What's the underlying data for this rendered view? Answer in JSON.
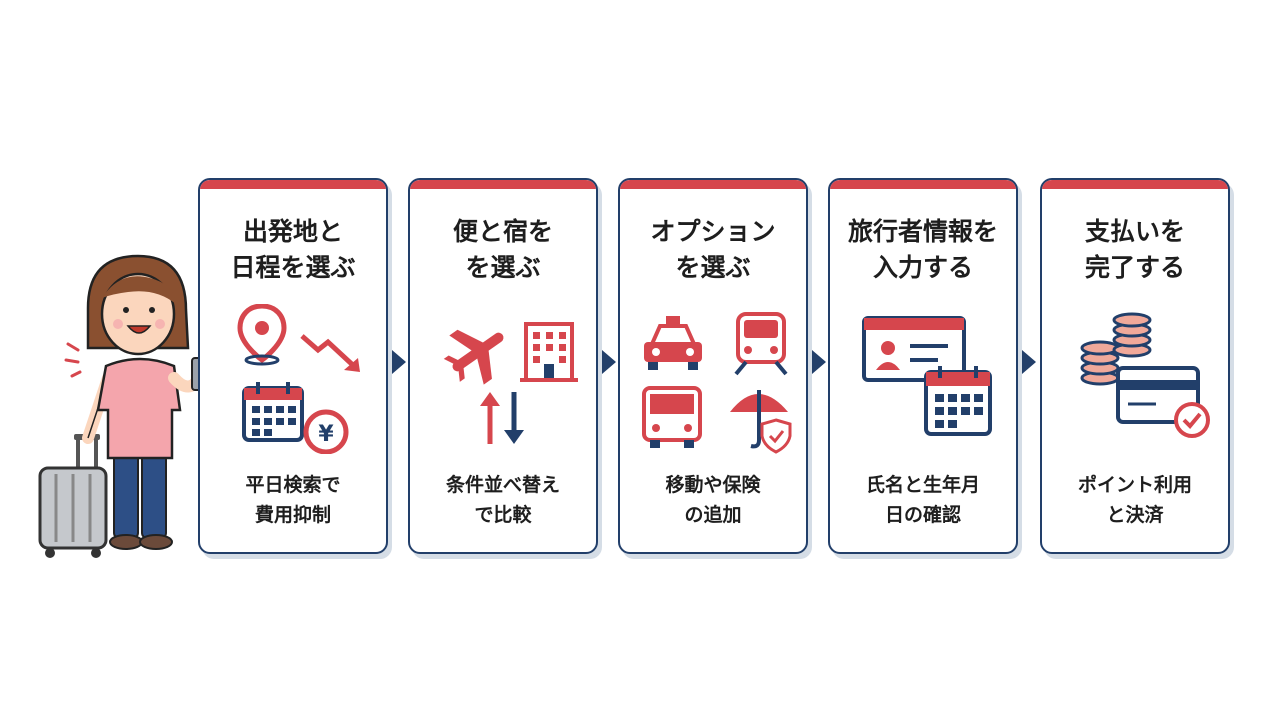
{
  "steps": [
    {
      "title": "出発地と\n日程を選ぶ",
      "caption": "平日検索で\n費用抑制"
    },
    {
      "title": "便と宿を\nを選ぶ",
      "caption": "条件並べ替え\nで比較"
    },
    {
      "title": "オプション\nを選ぶ",
      "caption": "移動や保険\nの追加"
    },
    {
      "title": "旅行者情報を\n入力する",
      "caption": "氏名と生年月\n日の確認"
    },
    {
      "title": "支払いを\n完了する",
      "caption": "ポイント利用\nと決済"
    }
  ],
  "yen_symbol": "¥",
  "colors": {
    "accent": "#d6464d",
    "border": "#223f6a",
    "shadow": "#d5dde6",
    "skin": "#fbd6bd",
    "hair": "#8a5030",
    "shirt": "#f4a5ac",
    "pants": "#2d4f86"
  }
}
